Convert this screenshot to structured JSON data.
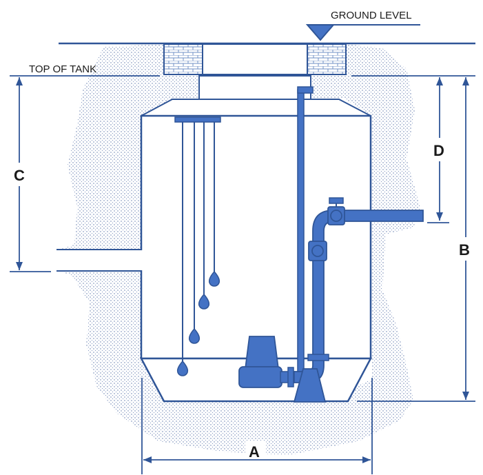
{
  "labels": {
    "ground_level": "GROUND LEVEL",
    "top_of_tank": "TOP OF TANK",
    "dim_a": "A",
    "dim_b": "B",
    "dim_c": "C",
    "dim_d": "D"
  },
  "colors": {
    "line": "#2F5597",
    "pipe_fill": "#4472C4",
    "soil_dots": "#5a74a8",
    "brick": "#6f8fc4",
    "text": "#1a1a1a"
  },
  "icons": [
    "ground-level-marker-icon",
    "brick-riser-icon",
    "float-switch-icon",
    "pump-icon",
    "valve-icon"
  ]
}
